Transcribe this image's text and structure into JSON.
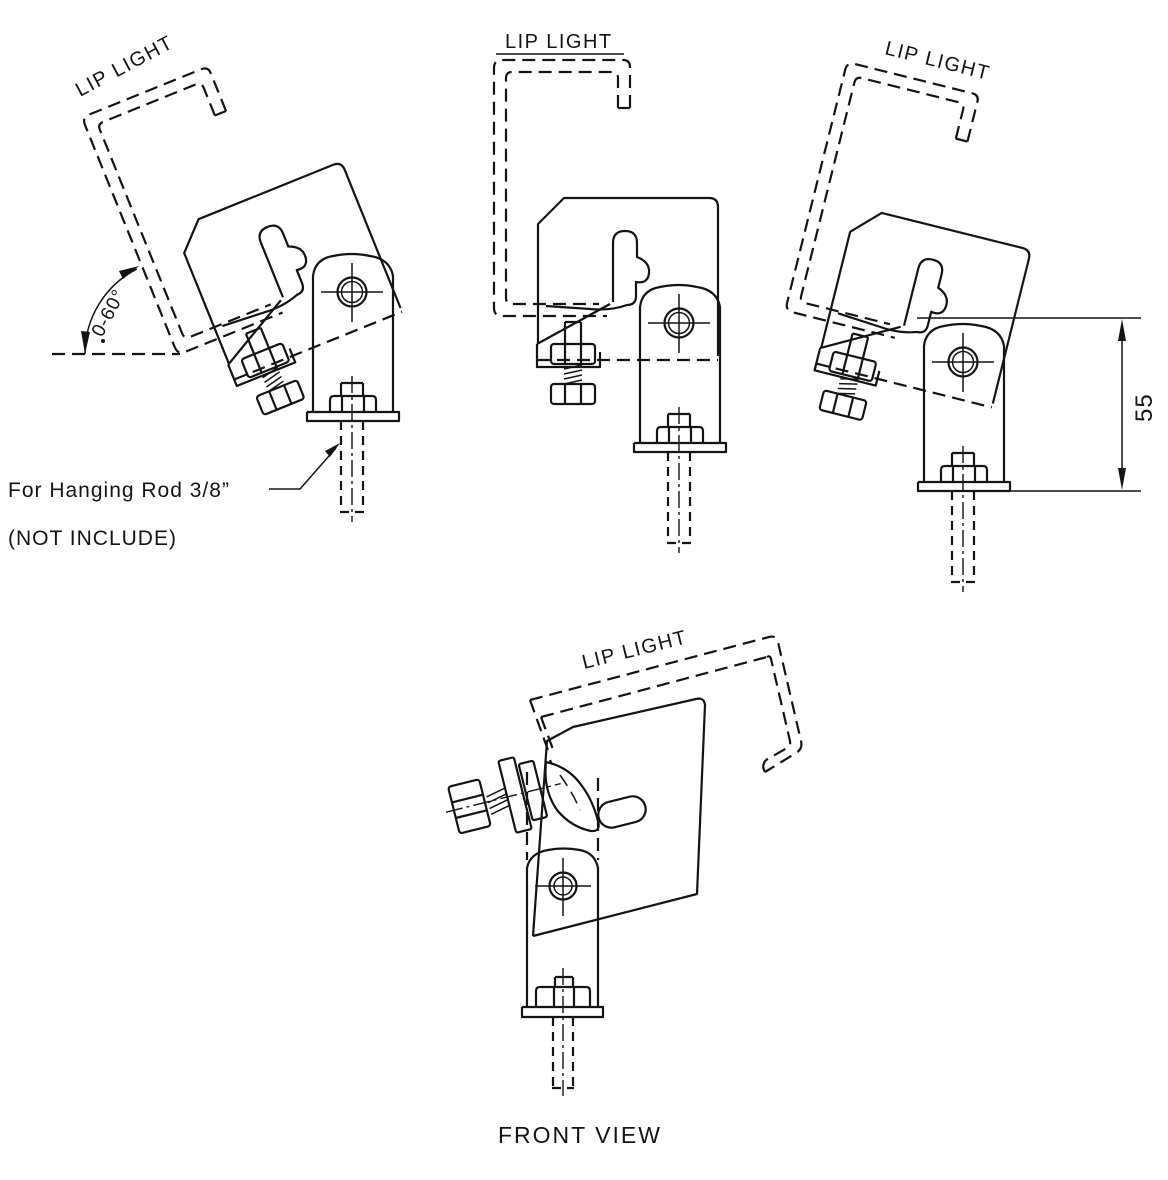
{
  "colors": {
    "background": "#ffffff",
    "line": "#141414"
  },
  "views": {
    "tilted_left": {
      "lip_light_label": "LIP LIGHT",
      "angle_range_label": "0-60°"
    },
    "upright": {
      "lip_light_label": "LIP LIGHT"
    },
    "tilted_right": {
      "lip_light_label": "LIP LIGHT",
      "height_dimension_mm": "55"
    },
    "front": {
      "lip_light_label": "LIP LIGHT",
      "caption": "FRONT VIEW"
    }
  },
  "annotations": {
    "hanging_rod_note_line1": "For Hanging Rod 3/8”",
    "hanging_rod_note_line2": "(NOT INCLUDE)"
  }
}
